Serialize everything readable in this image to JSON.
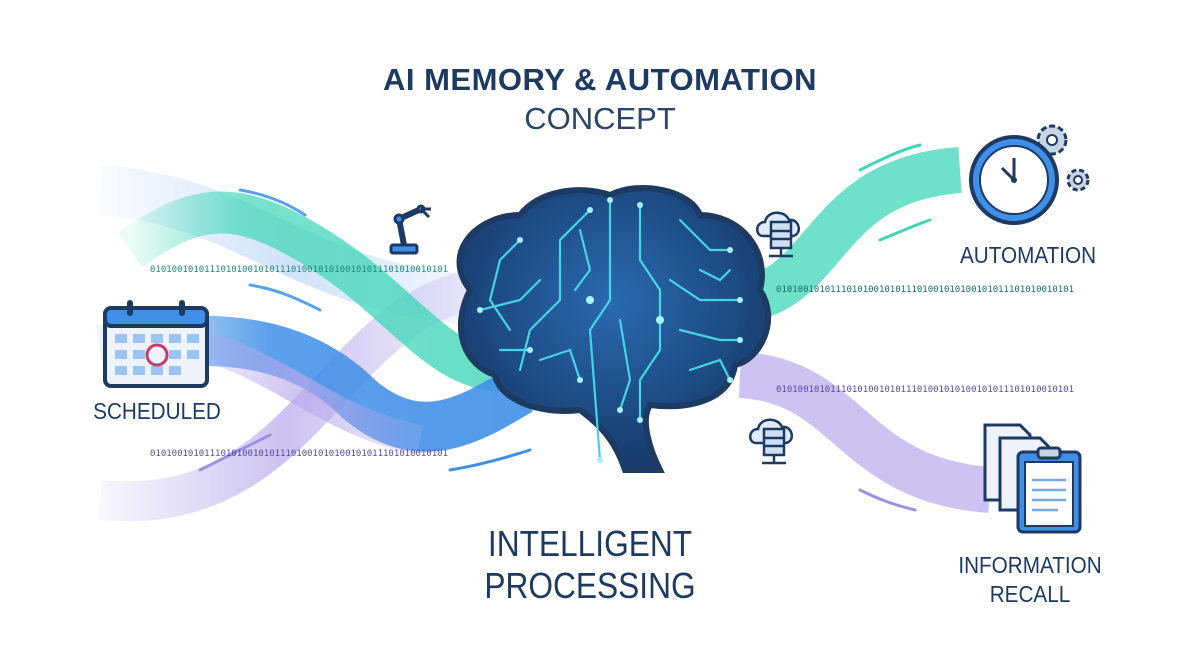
{
  "title": "AI MEMORY & AUTOMATION",
  "subtitle": "CONCEPT",
  "labels": {
    "scheduled": "SCHEDULED",
    "automation": "AUTOMATION",
    "processing_line1": "INTELLIGENT",
    "processing_line2": "PROCESSING",
    "recall_line1": "INFORMATION",
    "recall_line2": "RECALL"
  },
  "binary_pattern": "0101001010111010100101011101001010100101011101010010101",
  "icons": [
    "calendar-icon",
    "robot-arm-icon",
    "cloud-server-icon",
    "clock-icon",
    "gear-icon",
    "documents-icon",
    "clipboard-icon",
    "brain-circuit-icon"
  ],
  "colors": {
    "navy": "#1d3a63",
    "teal": "#3fd6b8",
    "blue": "#3f8fe8",
    "lavender": "#b8a8ec",
    "brain": "#163a6b",
    "circuit": "#45d4e6"
  }
}
